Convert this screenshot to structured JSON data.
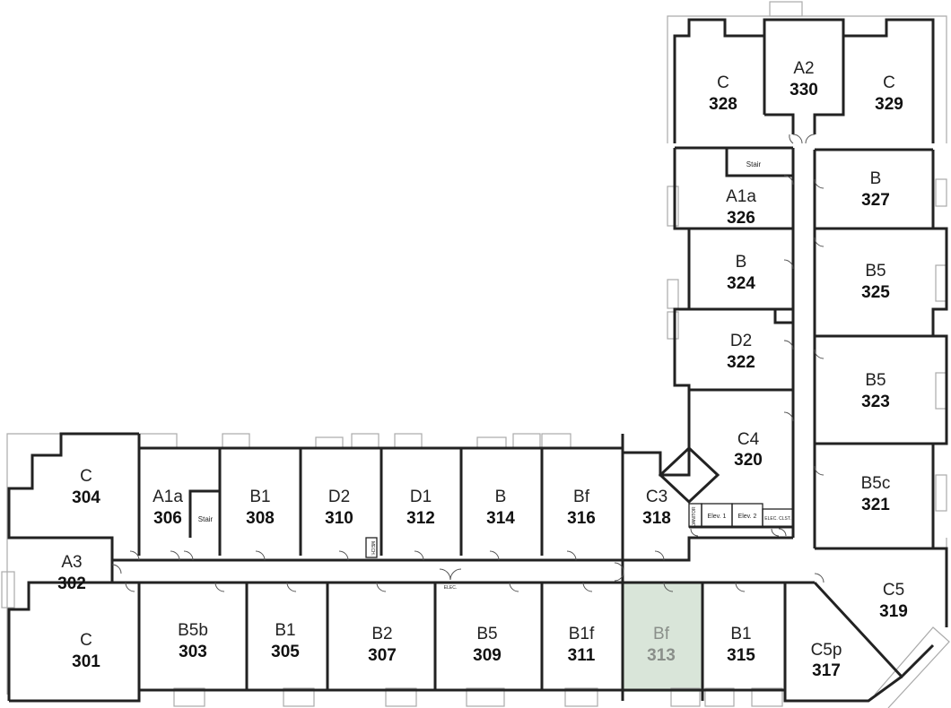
{
  "floor": {
    "highlight_fill": "#d9e5d9",
    "units": [
      {
        "id": "u328",
        "type": "C",
        "number": "328"
      },
      {
        "id": "u330",
        "type": "A2",
        "number": "330"
      },
      {
        "id": "u329",
        "type": "C",
        "number": "329"
      },
      {
        "id": "u326",
        "type": "A1a",
        "number": "326"
      },
      {
        "id": "u327",
        "type": "B",
        "number": "327"
      },
      {
        "id": "u324",
        "type": "B",
        "number": "324"
      },
      {
        "id": "u325",
        "type": "B5",
        "number": "325"
      },
      {
        "id": "u322",
        "type": "D2",
        "number": "322"
      },
      {
        "id": "u323",
        "type": "B5",
        "number": "323"
      },
      {
        "id": "u320",
        "type": "C4",
        "number": "320"
      },
      {
        "id": "u321",
        "type": "B5c",
        "number": "321"
      },
      {
        "id": "u319",
        "type": "C5",
        "number": "319"
      },
      {
        "id": "u317",
        "type": "C5p",
        "number": "317"
      },
      {
        "id": "u315",
        "type": "B1",
        "number": "315"
      },
      {
        "id": "u313",
        "type": "Bf",
        "number": "313"
      },
      {
        "id": "u311",
        "type": "B1f",
        "number": "311"
      },
      {
        "id": "u309",
        "type": "B5",
        "number": "309"
      },
      {
        "id": "u307",
        "type": "B2",
        "number": "307"
      },
      {
        "id": "u305",
        "type": "B1",
        "number": "305"
      },
      {
        "id": "u303",
        "type": "B5b",
        "number": "303"
      },
      {
        "id": "u301",
        "type": "C",
        "number": "301"
      },
      {
        "id": "u302",
        "type": "A3",
        "number": "302"
      },
      {
        "id": "u304",
        "type": "C",
        "number": "304"
      },
      {
        "id": "u306",
        "type": "A1a",
        "number": "306"
      },
      {
        "id": "u308",
        "type": "B1",
        "number": "308"
      },
      {
        "id": "u310",
        "type": "D2",
        "number": "310"
      },
      {
        "id": "u312",
        "type": "D1",
        "number": "312"
      },
      {
        "id": "u314",
        "type": "B",
        "number": "314"
      },
      {
        "id": "u316",
        "type": "Bf",
        "number": "316"
      },
      {
        "id": "u318",
        "type": "C3",
        "number": "318"
      }
    ],
    "labels": {
      "stair_top": "Stair",
      "stair_left": "Stair",
      "elev1": "Elev. 1",
      "elev2": "Elev. 2",
      "elec_clst": "ELEC. CLST.",
      "elec": "ELEC.",
      "mech": "MECH.",
      "janitor": "JANITOR"
    }
  }
}
